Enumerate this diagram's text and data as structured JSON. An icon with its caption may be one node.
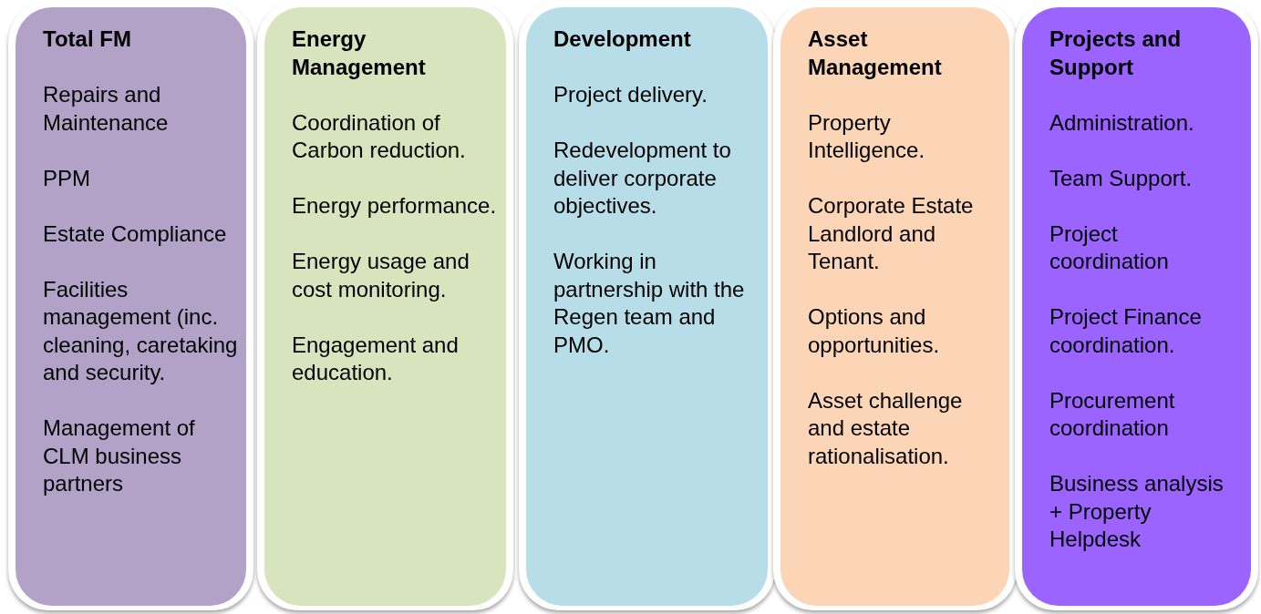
{
  "diagram": {
    "nodes": [
      {
        "text": [
          "Total FM",
          "Repairs and Maintenance",
          "PPM",
          "Estate Compliance",
          "Facilities management (inc. cleaning, caretaking and security.",
          "Management of CLM business partners"
        ]
      },
      {
        "text": [
          "Energy Management",
          "Coordination of Carbon reduction.",
          "Energy performance.",
          "Energy usage and cost monitoring.",
          "Engagement and education."
        ]
      },
      {
        "text": [
          "Development",
          "Project delivery.",
          "Redevelopment to deliver corporate objectives.",
          "Working in partnership with the Regen team and PMO."
        ]
      },
      {
        "text": [
          "Asset Management",
          "Property Intelligence.",
          "Corporate Estate Landlord and Tenant.",
          "Options and opportunities.",
          "Asset challenge and estate rationalisation."
        ]
      },
      {
        "text": [
          "Projects and Support",
          "Administration.",
          "Team Support.",
          "Project coordination",
          "Project Finance coordination.",
          "Procurement coordination",
          "Business analysis + Property Helpdesk"
        ]
      }
    ]
  }
}
